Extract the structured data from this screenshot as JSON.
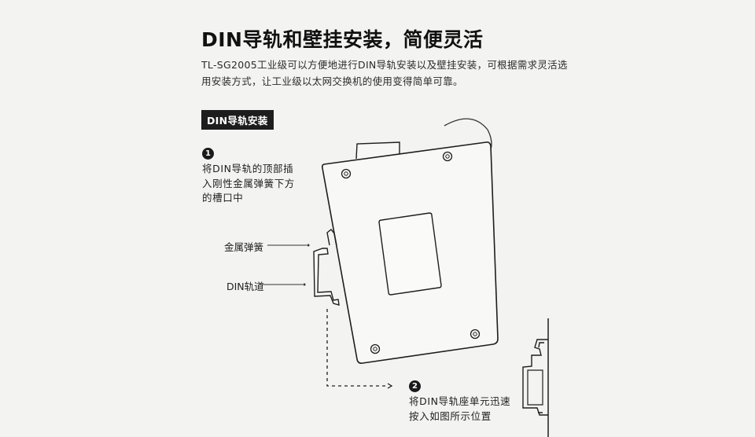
{
  "heading": {
    "title": "DIN导轨和壁挂安装，简便灵活",
    "description_line1": "TL-SG2005工业级可以方便地进行DIN导轨安装以及壁挂安装，可根据需求灵活选",
    "description_line2": "用安装方式，让工业级以太网交换机的使用变得简单可靠。"
  },
  "section_badge": "DIN导轨安装",
  "steps": [
    {
      "number": "1",
      "lines": [
        "将DIN导轨的顶部插",
        "入刚性金属弹簧下方",
        "的槽口中"
      ]
    },
    {
      "number": "2",
      "lines": [
        "将DIN导轨座单元迅速",
        "按入如图所示位置"
      ]
    }
  ],
  "callouts": {
    "spring": "金属弹簧",
    "rail": "DIN轨道"
  },
  "colors": {
    "background": "#f3f3f2",
    "ink": "#1e1e1e",
    "badge": "#1d1d1d"
  }
}
